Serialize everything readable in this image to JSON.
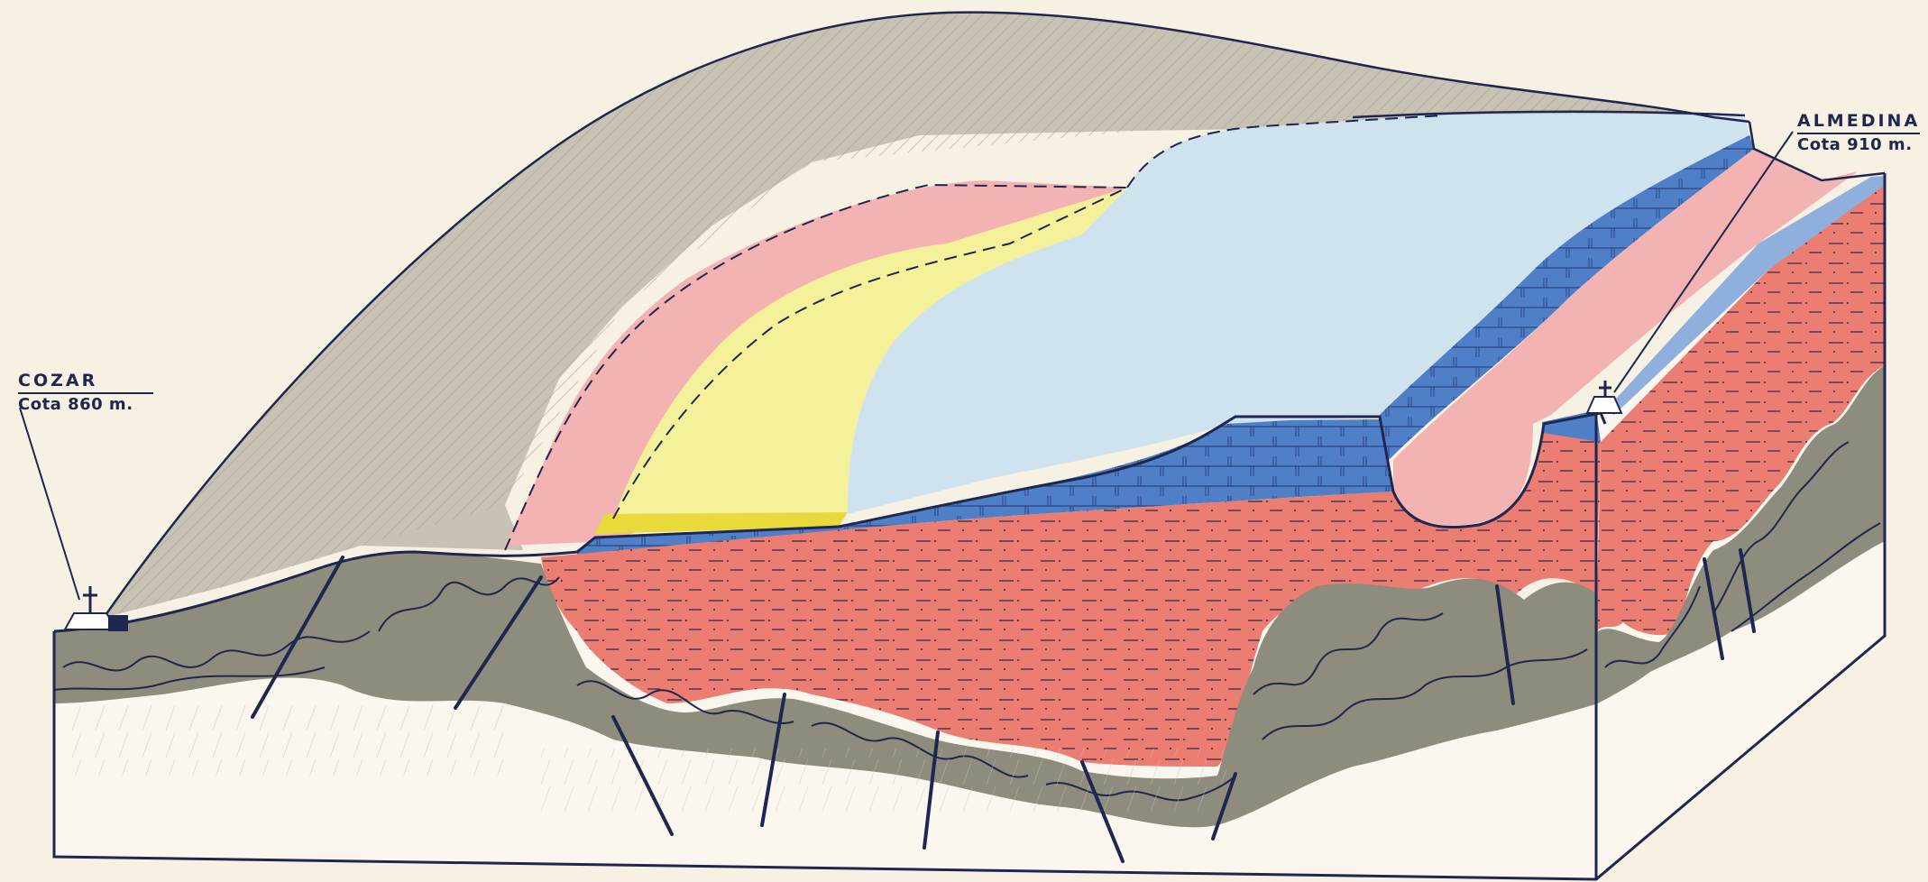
{
  "labels": {
    "cozar": {
      "name": "COZAR",
      "elevation": "Cota 860 m."
    },
    "almedina": {
      "name": "ALMEDINA",
      "elevation": "Cota 910 m."
    }
  },
  "colors": {
    "paper": "#f7f1e3",
    "outline": "#1f2750",
    "grey_terrain": "#c8c2b5",
    "dark_grey_basement": "#8e8c7c",
    "pink_layer": "#f3b3b3",
    "red_layer": "#ec7d72",
    "yellow_layer": "#f5f09a",
    "bright_yellow": "#e8da3a",
    "light_blue_layer": "#cfe3ee",
    "blue_layer": "#4f7fc6"
  },
  "icons": [
    "church-icon"
  ]
}
